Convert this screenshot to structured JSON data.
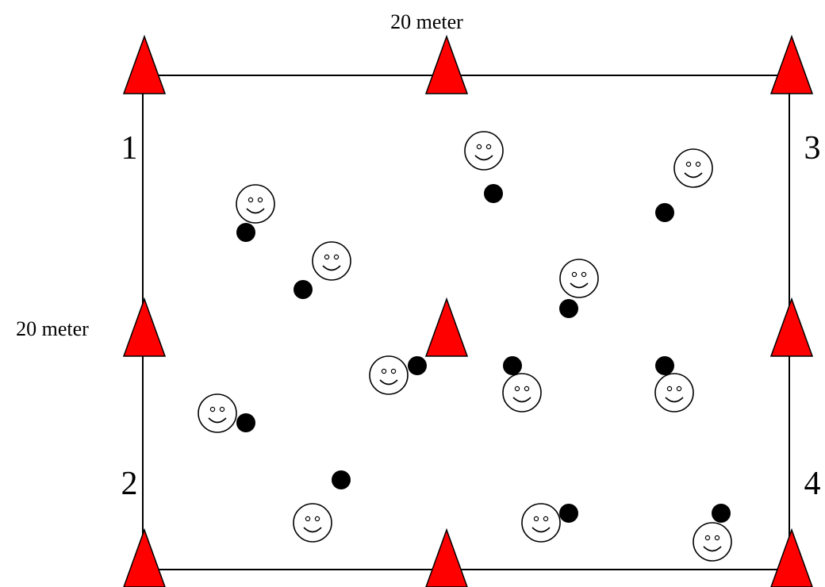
{
  "labels": {
    "top_dimension": "20 meter",
    "side_dimension": "20 meter",
    "corner_1": "1",
    "corner_2": "2",
    "corner_3": "3",
    "corner_4": "4"
  },
  "colors": {
    "cone_fill": "#ff0000",
    "ball": "#000000",
    "line": "#000000",
    "background": "#ffffff"
  },
  "icons": {
    "cone": "cone-icon",
    "ball": "ball-icon",
    "player": "smiley-face-icon"
  }
}
